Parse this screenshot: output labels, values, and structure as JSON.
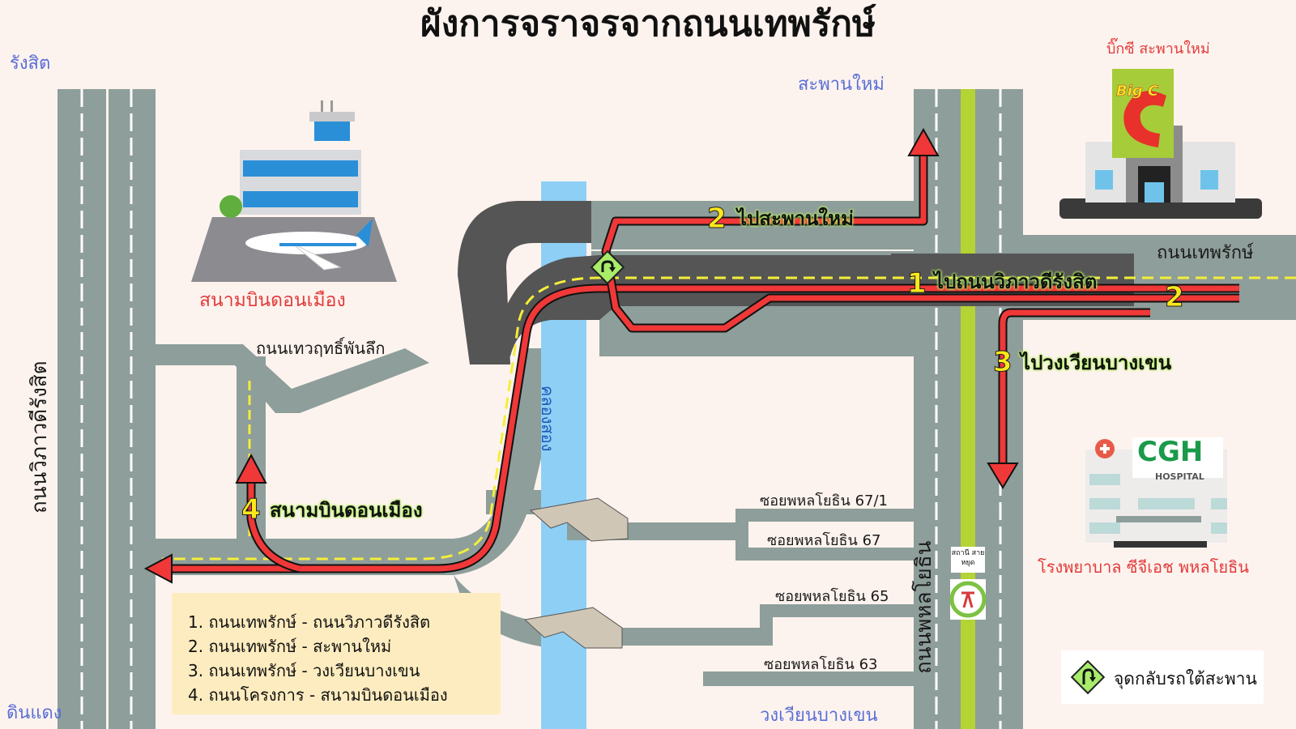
{
  "title": "ผังการจราจรจากถนนเทพรักษ์",
  "places": {
    "rangsit": "รังสิต",
    "saphan_mai": "สะพานใหม่",
    "din_daeng": "ดินแดง",
    "bang_khen_circle": "วงเวียนบางเขน"
  },
  "landmarks": {
    "airport": "สนามบินดอนเมือง",
    "bigc": "บิ๊กซี สะพานใหม่",
    "bigc_logo": "Big C",
    "hospital": "โรงพยาบาล ซีจีเอช พหลโยธิน",
    "hospital_logo": "CGH",
    "hospital_sub": "HOSPITAL",
    "bts_station": "สถานี สายหยุด"
  },
  "roads": {
    "vibhavadi": "ถนนวิภาวดีรังสิต",
    "thepharak": "ถนนเทพรักษ์",
    "thewarit": "ถนนเทวฤทธิ์พันลึก",
    "phahonyothin": "ถนนพหลโยธิน",
    "canal": "คลองสอง",
    "soi": [
      "ซอยพหลโยธิน 67/1",
      "ซอยพหลโยธิน 67",
      "ซอยพหลโยธิน 65",
      "ซอยพหลโยธิน 63"
    ]
  },
  "routes": [
    {
      "num": "1",
      "label": "ไปถนนวิภาวดีรังสิต"
    },
    {
      "num": "2",
      "label": "ไปสะพานใหม่"
    },
    {
      "num": "3",
      "label": "ไปวงเวียนบางเขน"
    },
    {
      "num": "4",
      "label": "สนามบินดอนเมือง"
    }
  ],
  "route2_end_num": "2",
  "legend": [
    "1. ถนนเทพรักษ์ - ถนนวิภาวดีรังสิต",
    "2. ถนนเทพรักษ์ - สะพานใหม่",
    "3. ถนนเทพรักษ์ - วงเวียนบางเขน",
    "4. ถนนโครงการ - สนามบินดอนเมือง"
  ],
  "uturn_legend": "จุดกลับรถใต้สะพาน",
  "colors": {
    "background": "#fdf3ee",
    "road": "#8e9e9a",
    "flyover": "#555555",
    "route": "#f03838",
    "canal": "#8ecff5",
    "median": "#b4d334",
    "place_label": "#5a6fd6",
    "landmark_label": "#e23b3b"
  }
}
